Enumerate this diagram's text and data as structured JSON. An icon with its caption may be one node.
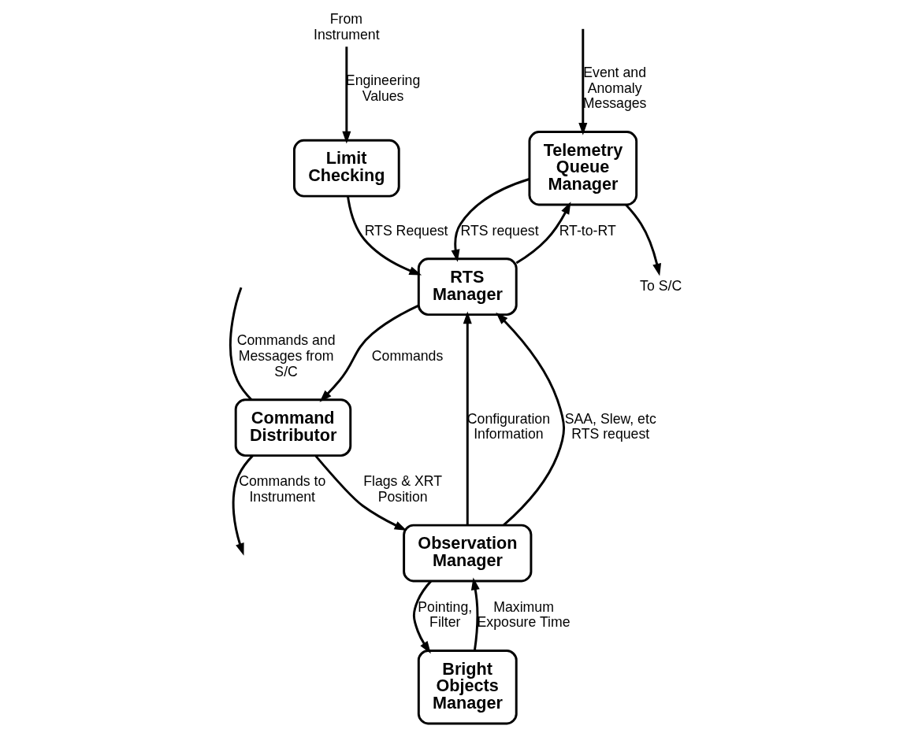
{
  "diagram": {
    "nodes": [
      {
        "text": [
          "Telemetry Queue Manager"
        ]
      },
      {
        "text": [
          "Limit Checking"
        ]
      },
      {
        "text": [
          "Bright Objects Manager"
        ]
      },
      {
        "text": [
          "RTS Manager"
        ]
      },
      {
        "text": [
          "Observation Manager"
        ]
      },
      {
        "text": [
          "Command Distributor"
        ]
      },
      {
        "text": [
          "From Instrument"
        ]
      },
      {
        "text": [
          "To S/C"
        ]
      }
    ],
    "edges": [
      {
        "from": null,
        "to": 0,
        "arrow": "to",
        "label": "Event and Anomaly Messages"
      },
      {
        "from": 0,
        "to": 7,
        "arrow": "to"
      },
      {
        "from": 6,
        "to": 1,
        "arrow": "to",
        "label": "Engineering Values"
      },
      {
        "from": 1,
        "to": 3,
        "arrow": "to",
        "label": "RTS Request"
      },
      {
        "from": 3,
        "to": 0,
        "arrow": "to",
        "label": "RT-to-RT"
      },
      {
        "from": 0,
        "to": 3,
        "arrow": "to",
        "label": "RTS request"
      },
      {
        "from": 3,
        "to": 5,
        "arrow": "to",
        "label": "Commands"
      },
      {
        "from": 4,
        "to": 3,
        "arrow": "to",
        "label": "Configuration Information"
      },
      {
        "from": 4,
        "to": 3,
        "arrow": "to",
        "label": "SAA, Slew, etc RTS request"
      },
      {
        "from": 4,
        "to": 2,
        "arrow": "to",
        "label": "Pointing, Filter"
      },
      {
        "from": 2,
        "to": 4,
        "arrow": "to",
        "label": "Maximum Exposure Time"
      },
      {
        "from": 5,
        "to": 4,
        "arrow": "to",
        "label": "Flags & XRT Position"
      },
      {
        "from": null,
        "to": 5,
        "arrow": "none",
        "label": "Commands and Messages from S/C"
      },
      {
        "from": 5,
        "to": null,
        "arrow": "to",
        "label": "Commands to Instrument"
      }
    ]
  }
}
